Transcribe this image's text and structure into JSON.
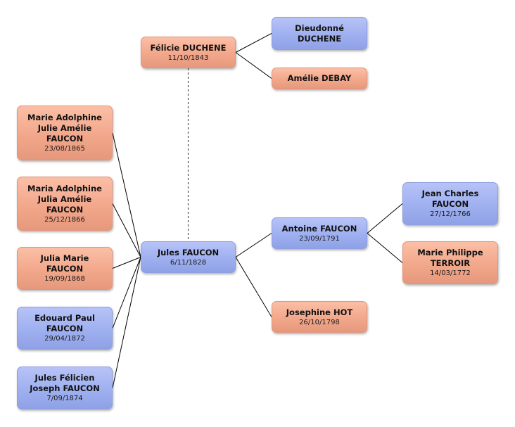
{
  "people": {
    "felicie": {
      "name": "Félicie DUCHENE",
      "date": "11/10/1843",
      "sex": "female"
    },
    "dieudonne": {
      "name": "Dieudonné\nDUCHENE",
      "date": "",
      "sex": "male"
    },
    "amelie": {
      "name": "Amélie DEBAY",
      "date": "",
      "sex": "female"
    },
    "child1": {
      "name": "Marie Adolphine\nJulie Amélie\nFAUCON",
      "date": "23/08/1865",
      "sex": "female"
    },
    "child2": {
      "name": "Maria Adolphine\nJulia Amélie\nFAUCON",
      "date": "25/12/1866",
      "sex": "female"
    },
    "child3": {
      "name": "Julia Marie\nFAUCON",
      "date": "19/09/1868",
      "sex": "female"
    },
    "child4": {
      "name": "Edouard Paul\nFAUCON",
      "date": "29/04/1872",
      "sex": "male"
    },
    "child5": {
      "name": "Jules Félicien\nJoseph FAUCON",
      "date": "7/09/1874",
      "sex": "male"
    },
    "jules": {
      "name": "Jules FAUCON",
      "date": "6/11/1828",
      "sex": "male"
    },
    "antoine": {
      "name": "Antoine FAUCON",
      "date": "23/09/1791",
      "sex": "male"
    },
    "josephine": {
      "name": "Josephine HOT",
      "date": "26/10/1798",
      "sex": "female"
    },
    "jeancharles": {
      "name": "Jean Charles\nFAUCON",
      "date": "27/12/1766",
      "sex": "male"
    },
    "mariephilippe": {
      "name": "Marie Philippe\nTERROIR",
      "date": "14/03/1772",
      "sex": "female"
    }
  },
  "links": [
    {
      "from": "felicie",
      "to": "dieudonne",
      "style": "solid"
    },
    {
      "from": "felicie",
      "to": "amelie",
      "style": "solid"
    },
    {
      "from": "felicie",
      "to": "jules",
      "style": "dashed"
    },
    {
      "from": "jules",
      "to": "child1",
      "style": "solid"
    },
    {
      "from": "jules",
      "to": "child2",
      "style": "solid"
    },
    {
      "from": "jules",
      "to": "child3",
      "style": "solid"
    },
    {
      "from": "jules",
      "to": "child4",
      "style": "solid"
    },
    {
      "from": "jules",
      "to": "child5",
      "style": "solid"
    },
    {
      "from": "jules",
      "to": "antoine",
      "style": "solid"
    },
    {
      "from": "jules",
      "to": "josephine",
      "style": "solid"
    },
    {
      "from": "antoine",
      "to": "jeancharles",
      "style": "solid"
    },
    {
      "from": "antoine",
      "to": "mariephilippe",
      "style": "solid"
    }
  ],
  "colors": {
    "female": "#f2a78b",
    "male": "#9fb0f0",
    "line": "#000000"
  }
}
